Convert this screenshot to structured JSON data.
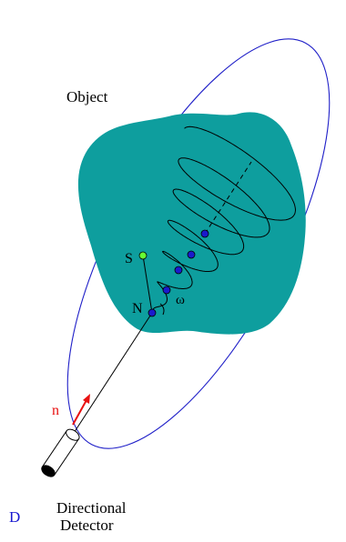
{
  "labels": {
    "object": "Object",
    "s": "S",
    "n_point": "N",
    "omega": "ω",
    "n_vector": "n",
    "d": "D",
    "detector_line1": "Directional",
    "detector_line2": "Detector"
  },
  "colors": {
    "object_fill": "#0e9e9e",
    "ellipse": "#2020c8",
    "cone_point": "#1a1acc",
    "s_point": "#66ff33",
    "arrow": "#e81010",
    "detector_label": "#1a1ad0",
    "line": "#000000"
  }
}
